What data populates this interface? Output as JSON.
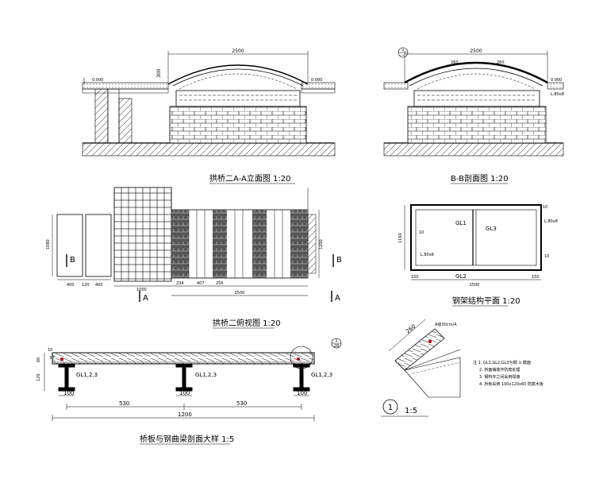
{
  "titles": {
    "elevation": "拱桥二A-A立面图  1:20",
    "section_bb": "B-B剖面图  1:20",
    "plan": "拱桥二俯视图  1:20",
    "steel_plan": "钢架结构平面  1:20",
    "detail": "桥板与钢曲梁剖面大样  1:5",
    "detail1_scale": "1:5",
    "detail1_num": "1"
  },
  "elevation": {
    "top_dim": "2500",
    "left_level": "0.000",
    "right_level": "0.000",
    "rise_dim": "300"
  },
  "section_bb": {
    "top_dim": "2500",
    "dim_a": "260",
    "dim_b": "260",
    "right_level": "0.000",
    "steel_note": "L.80x8",
    "callout_num": "1",
    "callout_sheet": "—"
  },
  "plan": {
    "left_dims": [
      "400",
      "120",
      "400"
    ],
    "left_height": "1080",
    "bottom_dims": [
      "1000",
      "234",
      "407",
      "256"
    ],
    "total": "2500",
    "right_dim": "1200",
    "section_b": "B",
    "section_a": "A"
  },
  "steel_plan": {
    "gl1": "GL1",
    "gl2": "GL2",
    "gl3": "GL3",
    "label_10": "10",
    "side_dim": "1160",
    "bottom_dim": "2500",
    "left_dim": "150",
    "right_dim": "150",
    "steel_angle": "L.80x8"
  },
  "detail": {
    "dim_10": "10",
    "dim_30": "30",
    "dim_60": "60",
    "dim_120": "120",
    "beam_left": "GL1,2,3",
    "beam_mid": "GL1,2,3",
    "beam_right": "GL1,2,3",
    "flange_1": "100",
    "flange_2": "100",
    "flange_3": "100",
    "span_1": "530",
    "span_2": "530",
    "total": "1200",
    "callout_num": "1",
    "callout_sheet": "28"
  },
  "detail1": {
    "dim": "260",
    "note_top": "A级30cm/A",
    "notes": [
      "注 1. GL1,GL2,GL3为钢 ⊙ 截面",
      "2. 桥面铺装作防腐处理",
      "3. 钢构件之间采用焊接",
      "4. 桥板采用 100x120x60 防腐木板"
    ]
  }
}
